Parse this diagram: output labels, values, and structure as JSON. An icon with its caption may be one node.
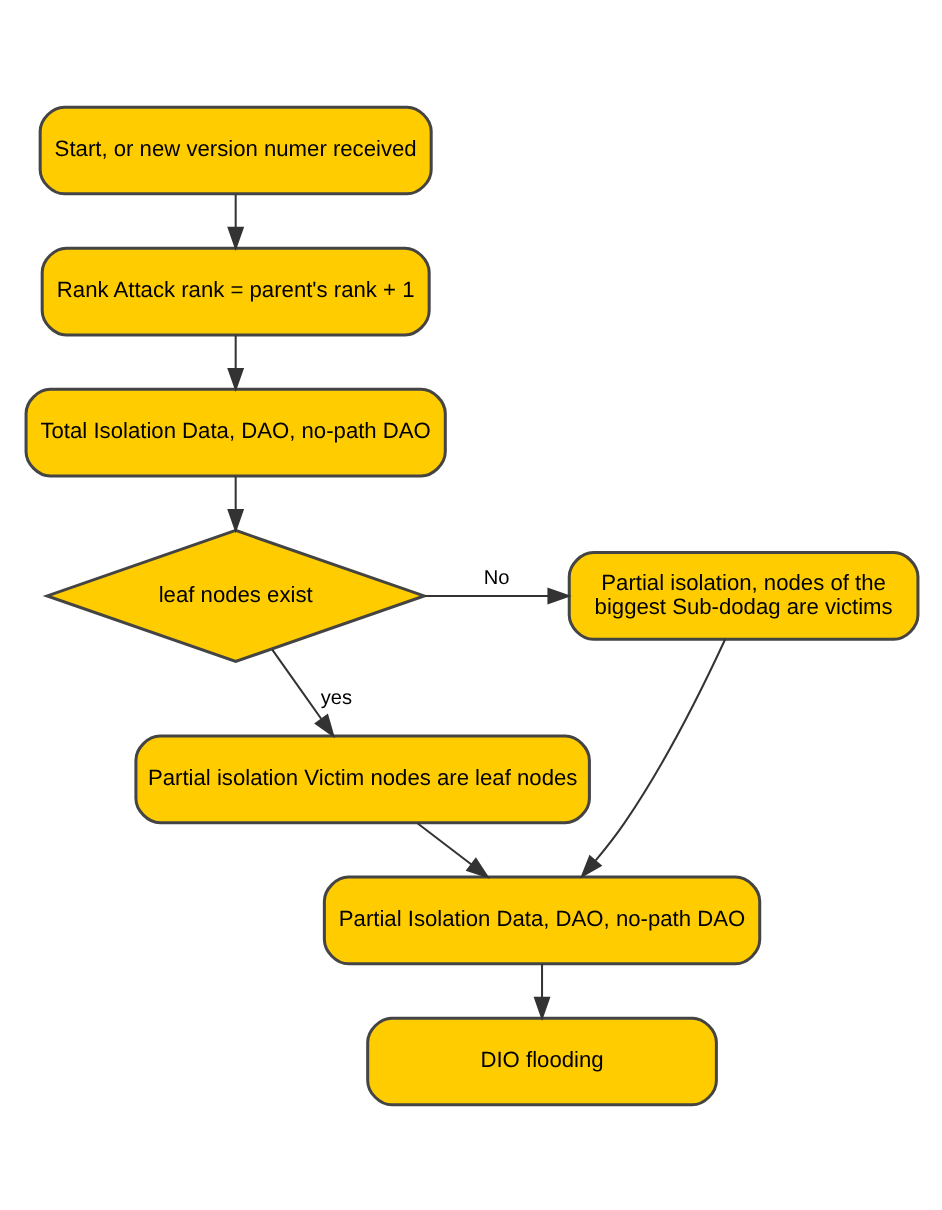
{
  "diagram": {
    "nodes": [
      {
        "text": [
          "Start, or new version numer received"
        ]
      },
      {
        "text": [
          "Rank Attack rank = parent's rank + 1"
        ]
      },
      {
        "text": [
          "Total Isolation Data, DAO, no-path DAO"
        ]
      },
      {
        "text": [
          "leaf nodes exist"
        ]
      },
      {
        "text": [
          "Partial isolation, nodes of the biggest Sub-dodag are victims"
        ]
      },
      {
        "text": [
          "Partial isolation Victim nodes are leaf nodes"
        ]
      },
      {
        "text": [
          "Partial Isolation Data, DAO, no-path DAO"
        ]
      },
      {
        "text": [
          "DIO flooding"
        ]
      }
    ],
    "edges": [
      {
        "from": 0,
        "to": 1,
        "arrow": "to"
      },
      {
        "from": 1,
        "to": 2,
        "arrow": "to"
      },
      {
        "from": 2,
        "to": 3,
        "arrow": "to"
      },
      {
        "from": 3,
        "to": 4,
        "arrow": "to",
        "label": "No"
      },
      {
        "from": 3,
        "to": 5,
        "arrow": "to",
        "label": "yes"
      },
      {
        "from": 5,
        "to": 6,
        "arrow": "to"
      },
      {
        "from": 4,
        "to": 6,
        "arrow": "to"
      },
      {
        "from": 6,
        "to": 7,
        "arrow": "to"
      }
    ]
  }
}
